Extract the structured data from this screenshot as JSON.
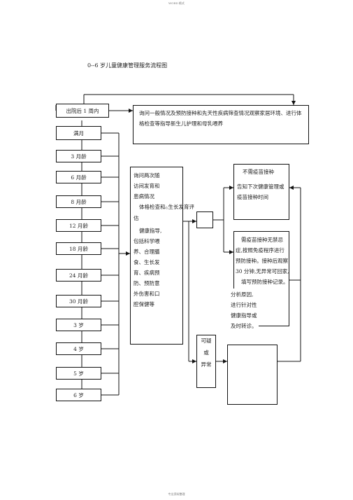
{
  "header_text": "WORD 格式",
  "footer_text": "专业资料整理",
  "title": "0--6 岁儿童健康管理服务流程图",
  "ages": [
    "出院后 1 周内",
    "满月",
    "3 月龄",
    "6 月龄",
    "8 月龄",
    "12 月龄",
    "18 月龄",
    "24 月龄",
    "30 月龄",
    "3 岁",
    "4 岁",
    "5 岁",
    "6 岁"
  ],
  "first_visit_text": "询问一般情况及预防接种和先天性疾病筛查情况观察家居环境、进行体格检查等指导新生儿护理和母乳喂养",
  "followup": {
    "l1": "询问两次随",
    "l2": "访间发育和",
    "l3": "患病情况",
    "l4a": "体格检查和",
    "l4b": "心",
    "l4c": "生长发育评",
    "l5": "估",
    "l6": "健康指导,",
    "l7": "包括科学喂",
    "l8": "养、合理膳",
    "l9": "食、生长发",
    "l10": "育、疾病预",
    "l11": "防、预防意",
    "l12": "外伤害和口",
    "l13": "腔保健等"
  },
  "no_vaccine": {
    "title": "不需疫苗接种",
    "l1": "告知下次健康管理或",
    "l2": "疫苗接种时间"
  },
  "vaccine": {
    "l1": "需疫苗接种无禁忌",
    "l2": "症,按照免疫程序进行",
    "l3": "预防接种。接种后观察",
    "l4": "30 分钟,无异常可回家,",
    "l5": "填写预防接种记录。"
  },
  "referral": {
    "l1": "分析原因,",
    "l2": "进行针对性",
    "l3": "健康指导或",
    "l4": "及时转诊。"
  },
  "abnormal": {
    "l1": "可疑",
    "l2": "或",
    "l3": "异常"
  }
}
